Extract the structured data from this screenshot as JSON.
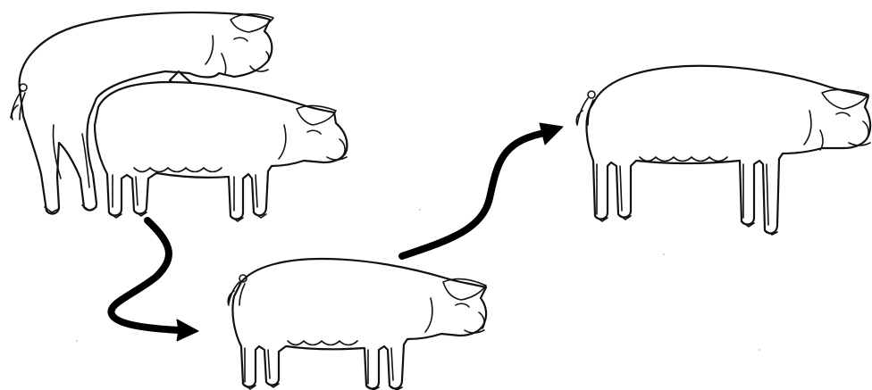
{
  "diagram": {
    "stages": [
      {
        "id": "mating",
        "figures": [
          "boar-icon",
          "sow-icon"
        ]
      },
      {
        "id": "gestation",
        "figures": [
          "sow-icon"
        ]
      },
      {
        "id": "farrowing",
        "figures": [
          "sow-icon"
        ]
      }
    ],
    "arrows": [
      {
        "from": "mating",
        "to": "gestation"
      },
      {
        "from": "gestation",
        "to": "farrowing"
      }
    ],
    "colors": {
      "line": "#111111",
      "arrow": "#000000",
      "background": "#ffffff"
    }
  }
}
